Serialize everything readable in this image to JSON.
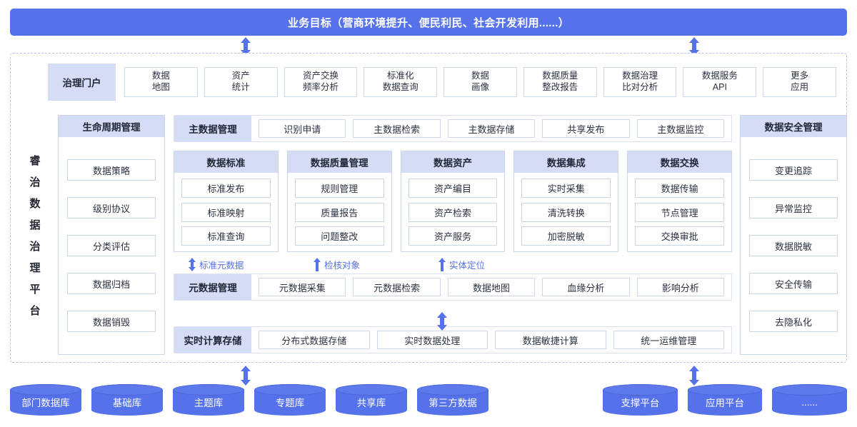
{
  "goal": {
    "title": "业务目标（营商环境提升、便民利民、社会开发利用......）"
  },
  "brand": {
    "vertical_title": "睿治数据治理平台"
  },
  "portal": {
    "label": "治理门户",
    "apps": [
      "数据\n地图",
      "资产\n统计",
      "资产交换\n频率分析",
      "标准化\n数据查询",
      "数据\n画像",
      "数据质量\n整改报告",
      "数据治理\n比对分析",
      "数据服务\nAPI",
      "更多\n应用"
    ]
  },
  "lifecycle": {
    "title": "生命周期管理",
    "items": [
      "数据策略",
      "级别协议",
      "分类评估",
      "数据归档",
      "数据销毁"
    ]
  },
  "security": {
    "title": "数据安全管理",
    "items": [
      "变更追踪",
      "异常监控",
      "数据脱敏",
      "安全传输",
      "去隐私化"
    ]
  },
  "master_data": {
    "label": "主数据管理",
    "items": [
      "识别申请",
      "主数据检索",
      "主数据存储",
      "共享发布",
      "主数据监控"
    ]
  },
  "domains": [
    {
      "title": "数据标准",
      "items": [
        "标准发布",
        "标准映射",
        "标准查询"
      ]
    },
    {
      "title": "数据质量管理",
      "items": [
        "规则管理",
        "质量报告",
        "问题整改"
      ]
    },
    {
      "title": "数据资产",
      "items": [
        "资产编目",
        "资产检索",
        "资产服务"
      ]
    },
    {
      "title": "数据集成",
      "items": [
        "实时采集",
        "清洗转换",
        "加密脱敏"
      ]
    },
    {
      "title": "数据交换",
      "items": [
        "数据传输",
        "节点管理",
        "交换审批"
      ]
    }
  ],
  "meta_arrows": [
    {
      "label": "标准元数据",
      "direction": "both"
    },
    {
      "label": "检核对象",
      "direction": "up"
    },
    {
      "label": "实体定位",
      "direction": "up"
    }
  ],
  "metadata": {
    "label": "元数据管理",
    "items": [
      "元数据采集",
      "元数据检索",
      "数据地图",
      "血缘分析",
      "影响分析"
    ]
  },
  "compute": {
    "label": "实时计算存储",
    "items": [
      "分布式数据存储",
      "实时数据处理",
      "数据敏捷计算",
      "统一运维管理"
    ]
  },
  "sources_left": [
    "部门数据库",
    "基础库",
    "主题库",
    "专题库",
    "共享库",
    "第三方数据"
  ],
  "sources_right": [
    "支撑平台",
    "应用平台",
    "......"
  ],
  "colors": {
    "primary": "#5672ea",
    "header_band": "#d5dcf6",
    "box_border": "#ccd4ea",
    "dashed_border": "#b9c2e8",
    "text": "#2b3240"
  }
}
